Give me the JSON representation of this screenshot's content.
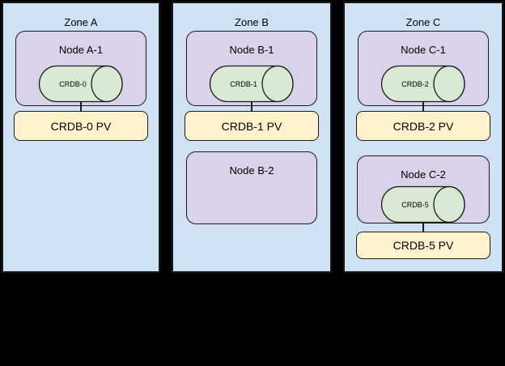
{
  "diagram": {
    "background": "#000000",
    "colors": {
      "zone_fill": "#cfe2f3",
      "node_fill": "#d9d2e9",
      "cylinder_fill": "#d9ead3",
      "pv_fill": "#fff2cc",
      "stroke": "#1a1a1a"
    }
  },
  "zones": [
    {
      "title": "Zone A",
      "nodes": [
        {
          "label": "Node A-1",
          "cylinder": "CRDB-0"
        }
      ],
      "pvs": [
        "CRDB-0 PV"
      ]
    },
    {
      "title": "Zone B",
      "nodes": [
        {
          "label": "Node B-1",
          "cylinder": "CRDB-1"
        },
        {
          "label": "Node B-2"
        }
      ],
      "pvs": [
        "CRDB-1 PV"
      ]
    },
    {
      "title": "Zone C",
      "nodes": [
        {
          "label": "Node C-1",
          "cylinder": "CRDB-2"
        },
        {
          "label": "Node C-2",
          "cylinder": "CRDB-5"
        }
      ],
      "pvs": [
        "CRDB-2 PV",
        "CRDB-5 PV"
      ]
    }
  ]
}
